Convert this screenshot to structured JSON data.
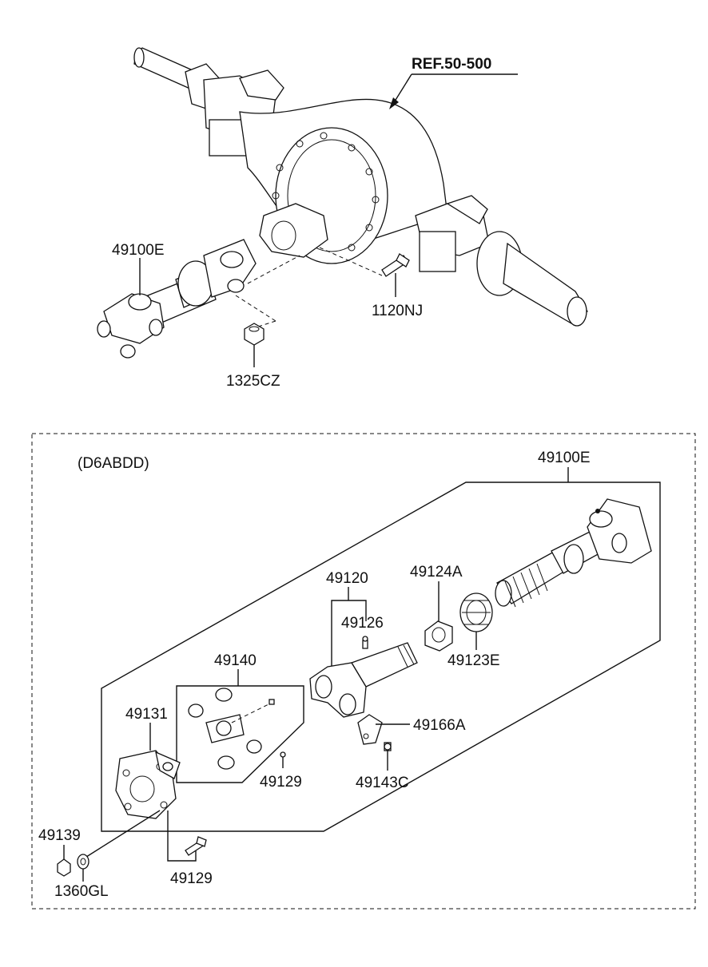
{
  "top_callouts": {
    "ref": "REF.50-500",
    "shaft": "49100E",
    "bolt": "1120NJ",
    "nut": "1325CZ"
  },
  "inset": {
    "variant": "(D6ABDD)",
    "shaft_assy": "49100E",
    "yoke_assy": "49120",
    "grease_fitting": "49126",
    "nut_a": "49124A",
    "boot_seal": "49123E",
    "spider_kit": "49140",
    "flange_yoke": "49131",
    "snap_ring": "49129",
    "plate": "49166A",
    "screw": "49143C",
    "nut_b": "49139",
    "washer": "1360GL",
    "bolt_b": "49129"
  }
}
